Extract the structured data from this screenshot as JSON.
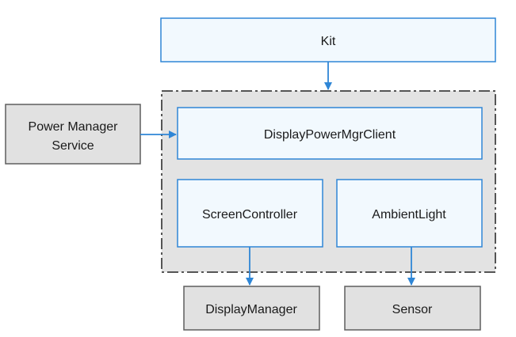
{
  "diagram": {
    "colors": {
      "blue_box_fill": "#F2F9FE",
      "blue_box_stroke": "#2F86D6",
      "gray_box_fill": "#E1E1E1",
      "gray_box_stroke": "#5E5E5E",
      "container_fill": "#E3E3E3",
      "container_stroke": "#555555",
      "arrow": "#2F86D6"
    },
    "nodes": {
      "kit": "Kit",
      "power_manager_service_line1": "Power Manager",
      "power_manager_service_line2": "Service",
      "display_power_mgr_client": "DisplayPowerMgrClient",
      "screen_controller": "ScreenController",
      "ambient_light": "AmbientLight",
      "display_manager": "DisplayManager",
      "sensor": "Sensor"
    },
    "edges": [
      {
        "from": "Kit",
        "to": "DisplayPowerMgrClient container"
      },
      {
        "from": "Power Manager Service",
        "to": "DisplayPowerMgrClient"
      },
      {
        "from": "ScreenController",
        "to": "DisplayManager"
      },
      {
        "from": "AmbientLight",
        "to": "Sensor"
      }
    ]
  }
}
